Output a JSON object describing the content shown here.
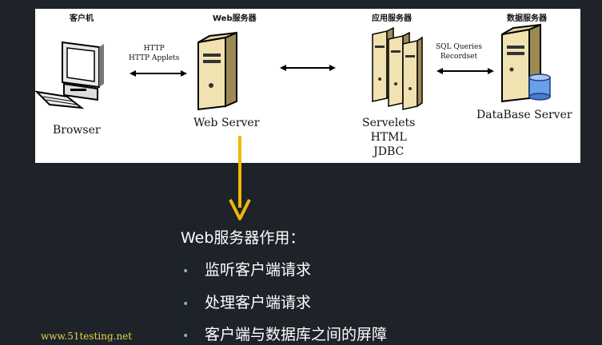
{
  "diagram": {
    "client": {
      "title": "客户机",
      "label": "Browser"
    },
    "web_server": {
      "title": "Web服务器",
      "label": "Web Server"
    },
    "app_server": {
      "title": "应用服务器",
      "labels": [
        "Servelets",
        "HTML",
        "JDBC"
      ]
    },
    "db_server": {
      "title": "数据服务器",
      "label": "DataBase Server"
    },
    "link_client_web": [
      "HTTP",
      "HTTP Applets"
    ],
    "link_app_db": [
      "SQL Queries",
      "Recordset"
    ]
  },
  "info": {
    "title": "Web服务器作用：",
    "bullets": [
      "监听客户端请求",
      "处理客户端请求",
      "客户端与数据库之间的屏障"
    ]
  },
  "footer": {
    "site": "www.51testing.net"
  },
  "colors": {
    "background": "#1d2329",
    "arrow": "#f2b705",
    "bullet": "#7fb3df",
    "site_text": "#e9d44a"
  }
}
